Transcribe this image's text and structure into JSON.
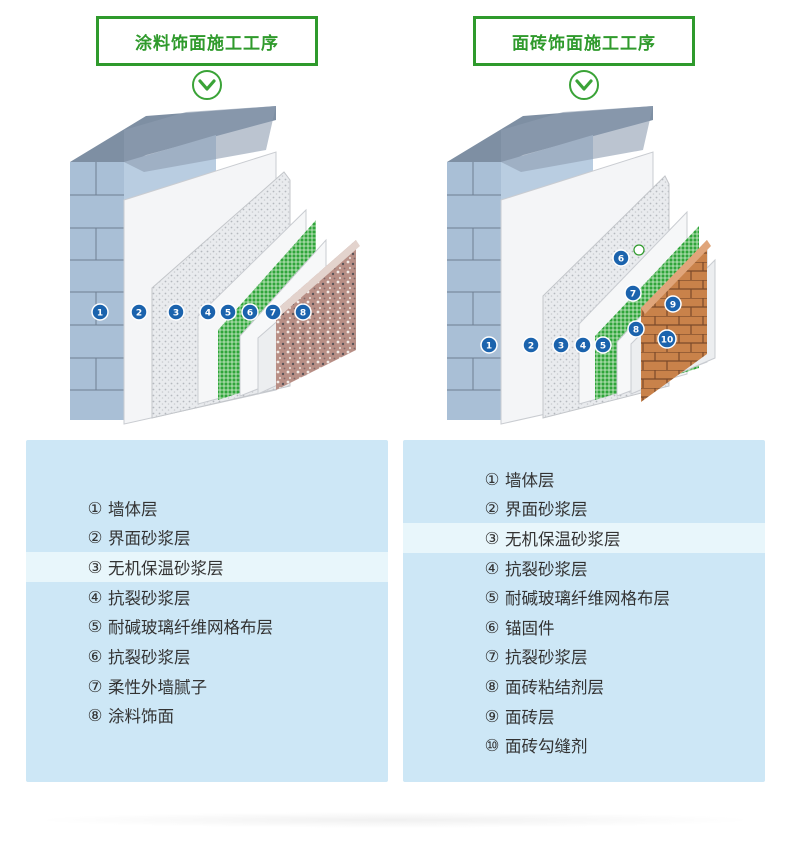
{
  "left": {
    "title": "涂料饰面施工工序",
    "badges": [
      "1",
      "2",
      "3",
      "4",
      "5",
      "6",
      "7",
      "8"
    ],
    "items": [
      {
        "marker": "①",
        "text": "墙体层"
      },
      {
        "marker": "②",
        "text": "界面砂浆层"
      },
      {
        "marker": "③",
        "text": "无机保温砂浆层"
      },
      {
        "marker": "④",
        "text": "抗裂砂浆层"
      },
      {
        "marker": "⑤",
        "text": "耐碱玻璃纤维网格布层"
      },
      {
        "marker": "⑥",
        "text": "抗裂砂浆层"
      },
      {
        "marker": "⑦",
        "text": "柔性外墙腻子"
      },
      {
        "marker": "⑧",
        "text": "涂料饰面"
      }
    ]
  },
  "right": {
    "title": "面砖饰面施工工序",
    "badges": [
      "1",
      "2",
      "3",
      "4",
      "5",
      "6",
      "7",
      "8",
      "9",
      "10"
    ],
    "items": [
      {
        "marker": "①",
        "text": "墙体层"
      },
      {
        "marker": "②",
        "text": "界面砂浆层"
      },
      {
        "marker": "③",
        "text": "无机保温砂浆层"
      },
      {
        "marker": "④",
        "text": "抗裂砂浆层"
      },
      {
        "marker": "⑤",
        "text": "耐碱玻璃纤维网格布层"
      },
      {
        "marker": "⑥",
        "text": "锚固件"
      },
      {
        "marker": "⑦",
        "text": "抗裂砂浆层"
      },
      {
        "marker": "⑧",
        "text": "面砖粘结剂层"
      },
      {
        "marker": "⑨",
        "text": "面砖层"
      },
      {
        "marker": "⑩",
        "text": "面砖勾缝剂"
      }
    ]
  },
  "colors": {
    "title_green": "#2f9a2c",
    "badge_blue": "#1b63ad",
    "legend_bg": "#cde7f6",
    "legend_highlight": "#e8f6fb",
    "brick_wall": "#a9bfd6",
    "mesh_green": "#2fa53a",
    "tile_orange": "#c9824a"
  },
  "icons": {
    "chevron": "chevron-down-circle-icon"
  }
}
